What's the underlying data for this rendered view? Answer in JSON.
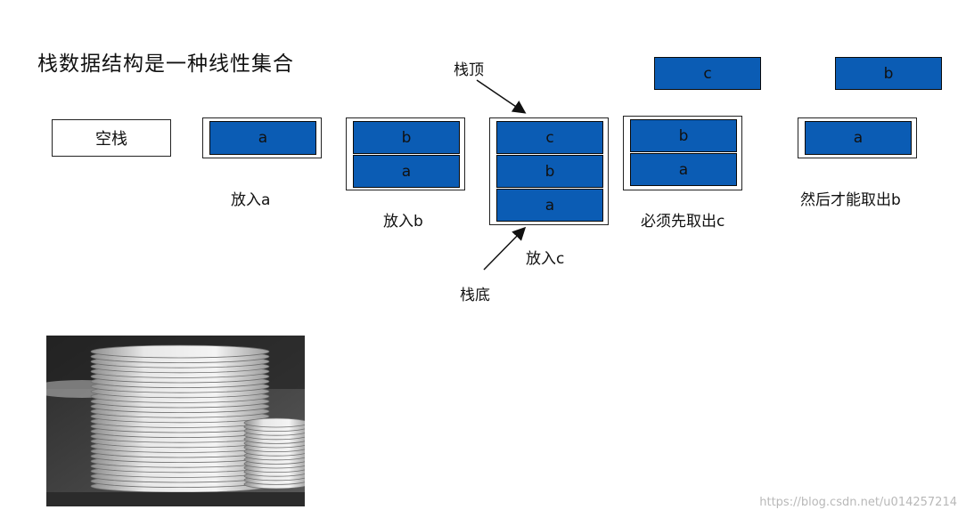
{
  "title": "栈数据结构是一种线性集合",
  "empty_stack_label": "空栈",
  "steps": [
    {
      "caption": "放入a",
      "stack": [
        "a"
      ]
    },
    {
      "caption": "放入b",
      "stack": [
        "b",
        "a"
      ]
    },
    {
      "caption": "放入c",
      "stack": [
        "c",
        "b",
        "a"
      ]
    },
    {
      "caption": "必须先取出c",
      "popped": "c",
      "stack": [
        "b",
        "a"
      ]
    },
    {
      "caption": "然后才能取出b",
      "popped": "b",
      "stack": [
        "a"
      ]
    }
  ],
  "labels": {
    "top": "栈顶",
    "bottom": "栈底"
  },
  "watermark": "https://blog.csdn.net/u014257214",
  "colors": {
    "cell_fill": "#0b5cb4",
    "outline": "#222222"
  }
}
